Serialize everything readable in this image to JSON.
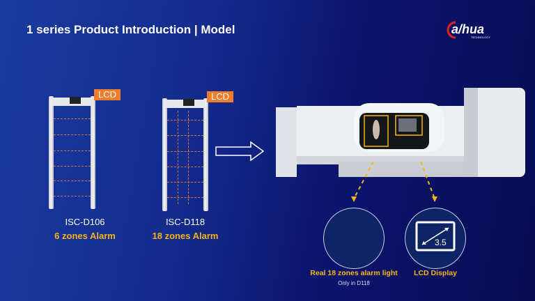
{
  "slide": {
    "title": "1 series Product Introduction | Model"
  },
  "logo": {
    "brand": "alhua",
    "tagline": "TECHNOLOGY",
    "accent": "#e2231a"
  },
  "products": [
    {
      "lcd_label": "LCD",
      "model": "ISC-D106",
      "zones": "6 zones Alarm"
    },
    {
      "lcd_label": "LCD",
      "model": "ISC-D118",
      "zones": "18 zones Alarm"
    }
  ],
  "features": [
    {
      "caption": "Real 18 zones alarm light",
      "note": "Only in D118"
    },
    {
      "caption": "LCD Display",
      "screen_size": "3.5"
    }
  ],
  "colors": {
    "highlight": "#f6b514",
    "label": "#ef7d2a"
  }
}
